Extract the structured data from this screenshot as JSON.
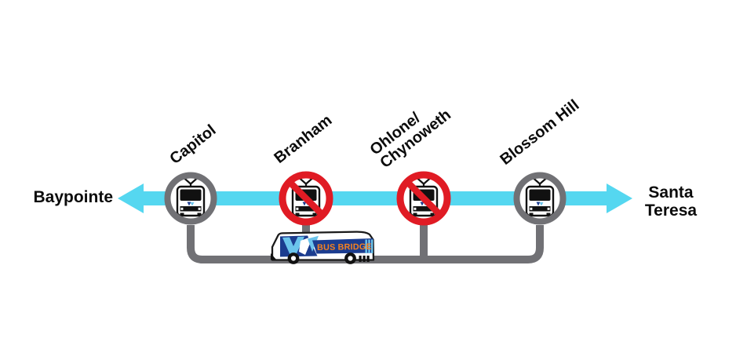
{
  "diagram": {
    "left_terminus": {
      "label": "Baypointe"
    },
    "right_terminus": {
      "label": "Santa\nTeresa"
    },
    "stations": [
      {
        "name": "Capitol",
        "service": "open"
      },
      {
        "name": "Branham",
        "service": "suspended"
      },
      {
        "name": "Ohlone/\nChynoweth",
        "service": "suspended"
      },
      {
        "name": "Blossom Hill",
        "service": "open"
      }
    ],
    "bus_bridge": {
      "label": "BUS BRIDGE"
    },
    "colors": {
      "route_line": "#55D7F0",
      "bridge_path_gray": "#717175",
      "station_ring_open": "#717175",
      "station_ring_suspended": "#E01B24",
      "bus_navy": "#1B3C8F",
      "bus_accent_blue": "#6BC4EC",
      "bus_label_orange": "#F58220"
    }
  }
}
